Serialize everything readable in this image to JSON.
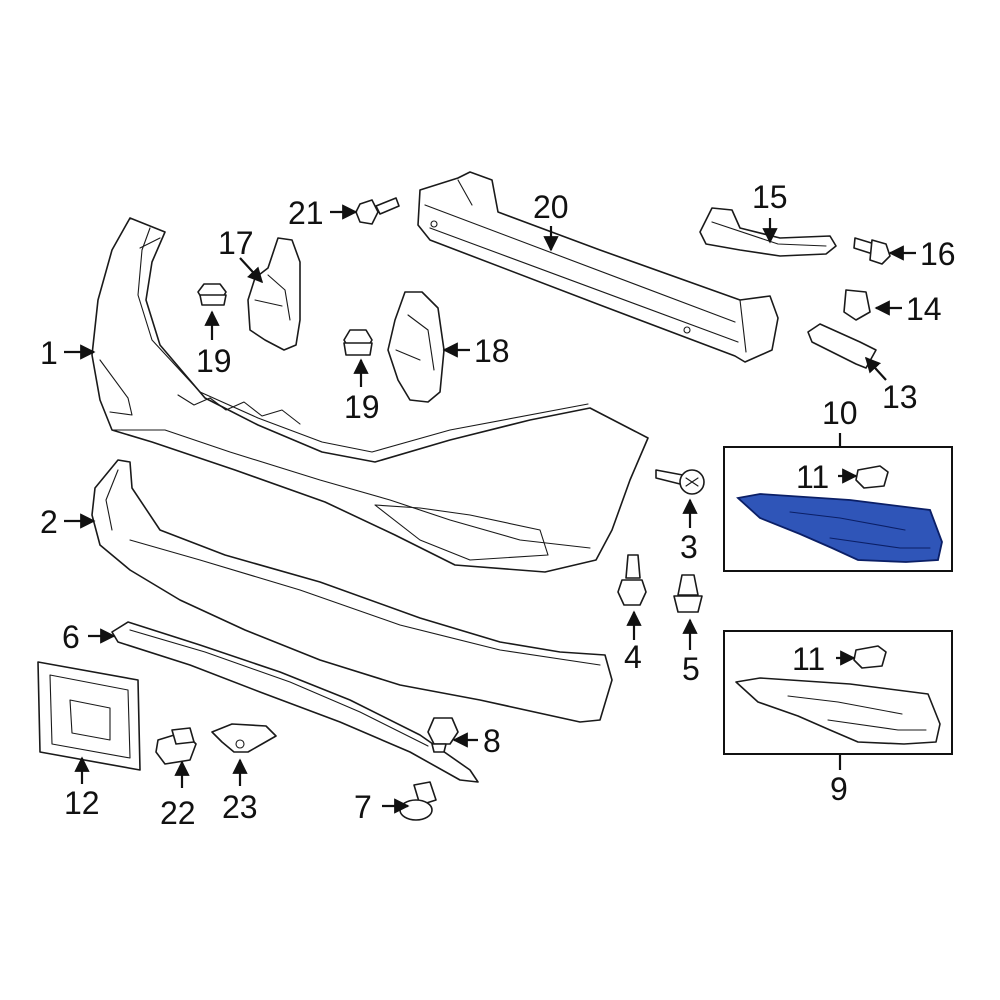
{
  "diagram": {
    "colors": {
      "line": "#1a1a1a",
      "highlight": "#2f55b8",
      "highlight_stroke": "#0b1f66"
    },
    "highlighted_part": "10",
    "callouts": [
      {
        "id": "c1",
        "label": "1"
      },
      {
        "id": "c2",
        "label": "2"
      },
      {
        "id": "c3",
        "label": "3"
      },
      {
        "id": "c4",
        "label": "4"
      },
      {
        "id": "c5",
        "label": "5"
      },
      {
        "id": "c6",
        "label": "6"
      },
      {
        "id": "c7",
        "label": "7"
      },
      {
        "id": "c8",
        "label": "8"
      },
      {
        "id": "c9",
        "label": "9"
      },
      {
        "id": "c10",
        "label": "10"
      },
      {
        "id": "c11a",
        "label": "11"
      },
      {
        "id": "c11b",
        "label": "11"
      },
      {
        "id": "c12",
        "label": "12"
      },
      {
        "id": "c13",
        "label": "13"
      },
      {
        "id": "c14",
        "label": "14"
      },
      {
        "id": "c15",
        "label": "15"
      },
      {
        "id": "c16",
        "label": "16"
      },
      {
        "id": "c17",
        "label": "17"
      },
      {
        "id": "c18",
        "label": "18"
      },
      {
        "id": "c19a",
        "label": "19"
      },
      {
        "id": "c19b",
        "label": "19"
      },
      {
        "id": "c20",
        "label": "20"
      },
      {
        "id": "c21",
        "label": "21"
      },
      {
        "id": "c22",
        "label": "22"
      },
      {
        "id": "c23",
        "label": "23"
      }
    ]
  }
}
